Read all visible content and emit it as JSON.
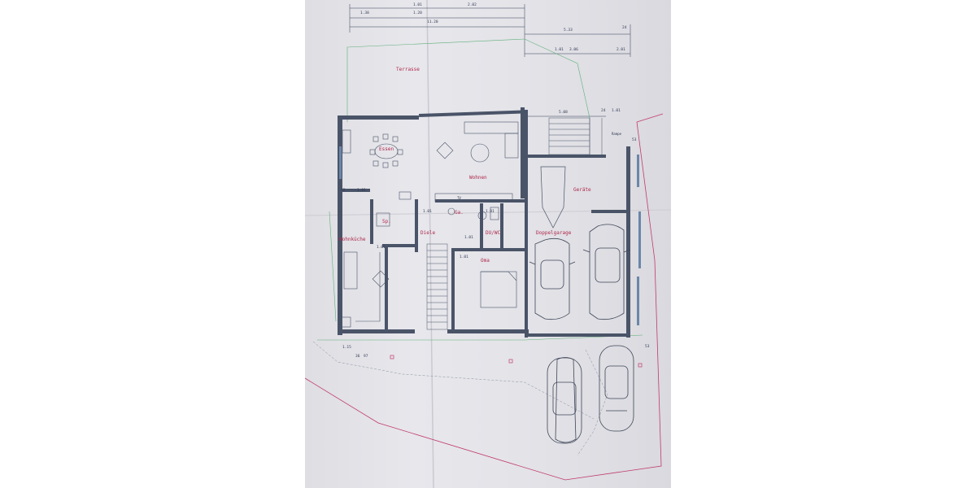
{
  "plan": {
    "rooms": {
      "terrasse": "Terrasse",
      "essen": "Essen",
      "wohnen": "Wohnen",
      "wohnkueche": "Wohnküche",
      "sp": "Sp.",
      "diele": "Diele",
      "ga": "Ga.",
      "duwc": "DU/WC",
      "oma": "Oma",
      "doppelgarage": "Doppelgarage",
      "geraete": "Geräte",
      "rampe": "Rampe",
      "tv": "TV"
    },
    "dimensions": {
      "top_a": "1.01",
      "top_b": "2.02",
      "top_c": "1.20",
      "top_d": "11.20",
      "top_e": "1.38",
      "top_f": "5.33",
      "top_g": "3.06",
      "top_h": "1.01",
      "top_i": "2.01",
      "top_j": "24",
      "top_k": "5.08",
      "top_l": "1.01",
      "top_m": "24",
      "rampe_dim": "53",
      "kitchen_a": "92",
      "kitchen_b": "1.01",
      "diele_a": "1.01",
      "duwc_a": "1.01",
      "duwc_b": "1.01",
      "oma_a": "1.01",
      "stair_a": "1.01",
      "bottom_a": "1.15",
      "bottom_b": "36",
      "bottom_c": "97",
      "right_a": "53"
    },
    "colors": {
      "wall": "#4a5468",
      "wall_accent": "#6b86a8",
      "label": "#b0284a",
      "property_line": "#c23a6a",
      "green_line": "#62b07a"
    }
  }
}
